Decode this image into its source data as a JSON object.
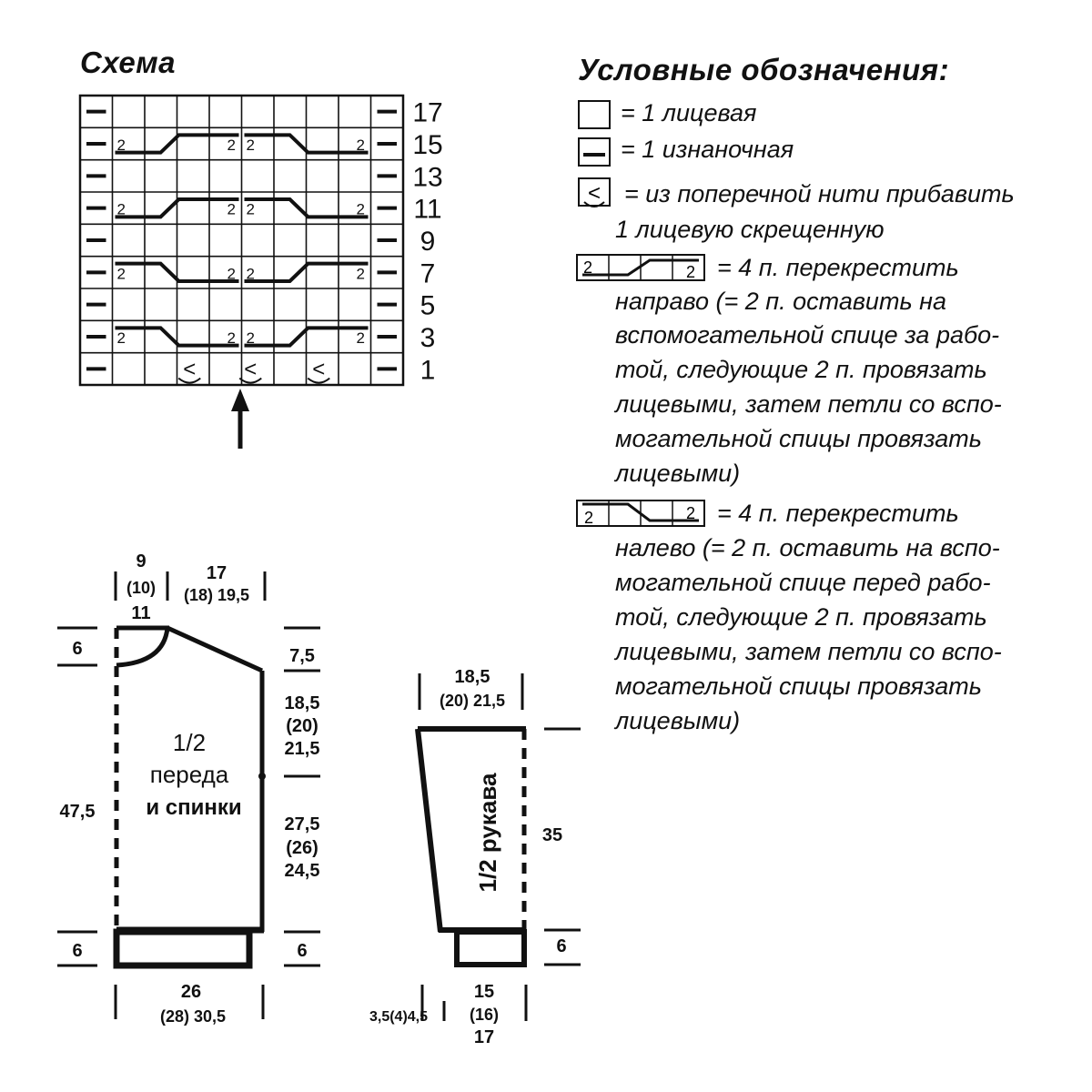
{
  "chart_title": "Схема",
  "legend_title": "Условные обозначения:",
  "row_numbers": [
    "17",
    "15",
    "13",
    "11",
    "9",
    "7",
    "5",
    "3",
    "1"
  ],
  "cable_count_label": "2",
  "increase_glyph": "<",
  "legend": [
    {
      "symbol": "knit-square",
      "text": "= 1 лицевая"
    },
    {
      "symbol": "purl-square",
      "text": "= 1 изнаночная"
    },
    {
      "symbol": "increase-square",
      "line1": "= из поперечной нити прибавить",
      "line2": "1 лицевую скрещенную"
    },
    {
      "symbol": "cable-right",
      "lines": [
        "= 4 п. перекрестить",
        "направо (= 2 п. оставить на",
        "вспомогательной спице за рабо-",
        "той, следующие 2 п. провязать",
        "лицевыми, затем петли со вспо-",
        "могательной спицы провязать",
        "лицевыми)"
      ]
    },
    {
      "symbol": "cable-left",
      "lines": [
        "= 4 п. перекрестить",
        "налево (= 2 п. оставить на вспо-",
        "могательной спице перед рабо-",
        "той, следующие 2 п. провязать",
        "лицевыми, затем петли со вспо-",
        "могательной спицы провязать",
        "лицевыми)"
      ]
    }
  ],
  "body_piece": {
    "label_line1": "1/2",
    "label_line2": "переда",
    "label_line3": "и спинки",
    "neck_width": [
      "9",
      "(10)",
      "11"
    ],
    "shoulder_width": [
      "17",
      "(18) 19,5"
    ],
    "neck_depth": "6",
    "shoulder_drop": "7,5",
    "armhole": [
      "18,5",
      "(20)",
      "21,5"
    ],
    "side": [
      "27,5",
      "(26)",
      "24,5"
    ],
    "total_length": "47,5",
    "rib_left": "6",
    "rib_right": "6",
    "width": [
      "26",
      "(28) 30,5"
    ]
  },
  "sleeve_piece": {
    "label": "1/2 рукава",
    "top_width": [
      "18,5",
      "(20) 21,5"
    ],
    "length": "35",
    "rib": "6",
    "cuff_width": [
      "15",
      "(16)",
      "17"
    ],
    "cuff_offset": "3,5(4)4,5"
  }
}
